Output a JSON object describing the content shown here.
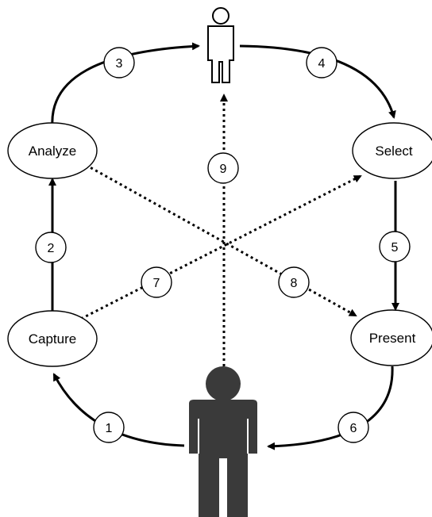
{
  "nodes": {
    "analyze": "Analyze",
    "select": "Select",
    "capture": "Capture",
    "present": "Present"
  },
  "steps": [
    "1",
    "2",
    "3",
    "4",
    "5",
    "6",
    "7",
    "8",
    "9"
  ],
  "colors": {
    "line": "#000000",
    "figure_fill": "#3a3a3a",
    "background": "#ffffff"
  }
}
